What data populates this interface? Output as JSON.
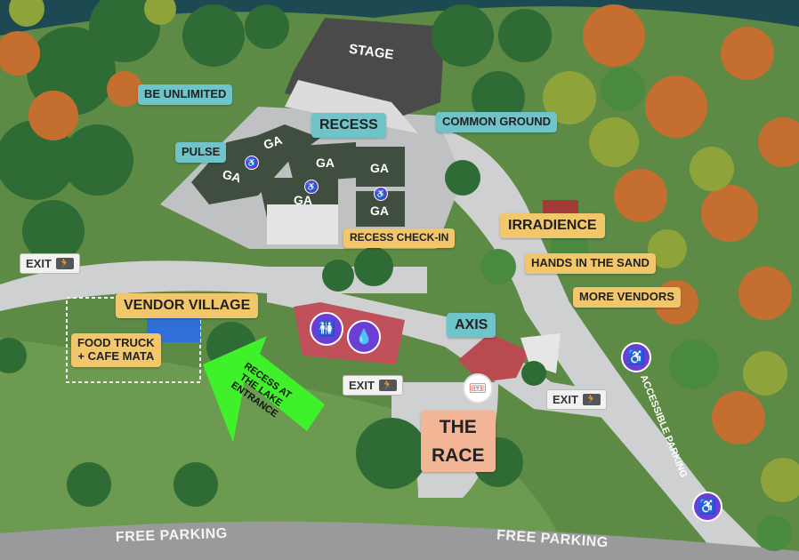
{
  "map": {
    "stage": "STAGE",
    "areas": {
      "recess": "RECESS",
      "common_ground": "COMMON GROUND",
      "be_unlimited": "BE UNLIMITED",
      "pulse": "PULSE",
      "recess_check_in": "RECESS CHECK-IN",
      "irradience": "IRRADIENCE",
      "hands_in_the_sand": "HANDS IN THE SAND",
      "more_vendors": "MORE VENDORS",
      "vendor_village": "VENDOR VILLAGE",
      "food_truck": "FOOD TRUCK\n+ CAFE MATA",
      "axis": "AXIS",
      "the_race": "THE\nRACE"
    },
    "ga_label": "GA",
    "exit_label": "EXIT",
    "exit_icon": "exit-running-icon",
    "entrance_arrow": "RECESS AT\nTHE LAKE\nENTRANCE",
    "accessible_parking": "ACCESSIBLE PARKING",
    "free_parking": "FREE PARKING",
    "colors": {
      "grass": "#4f7d3c",
      "road": "#cfd0d2",
      "teal_label": "#6ec4c9",
      "yellow_label": "#f2c76b",
      "race_label": "#f2b596",
      "accessible": "#6b3fd6",
      "arrow": "#3ff12a",
      "water": "#1d4a52"
    }
  }
}
